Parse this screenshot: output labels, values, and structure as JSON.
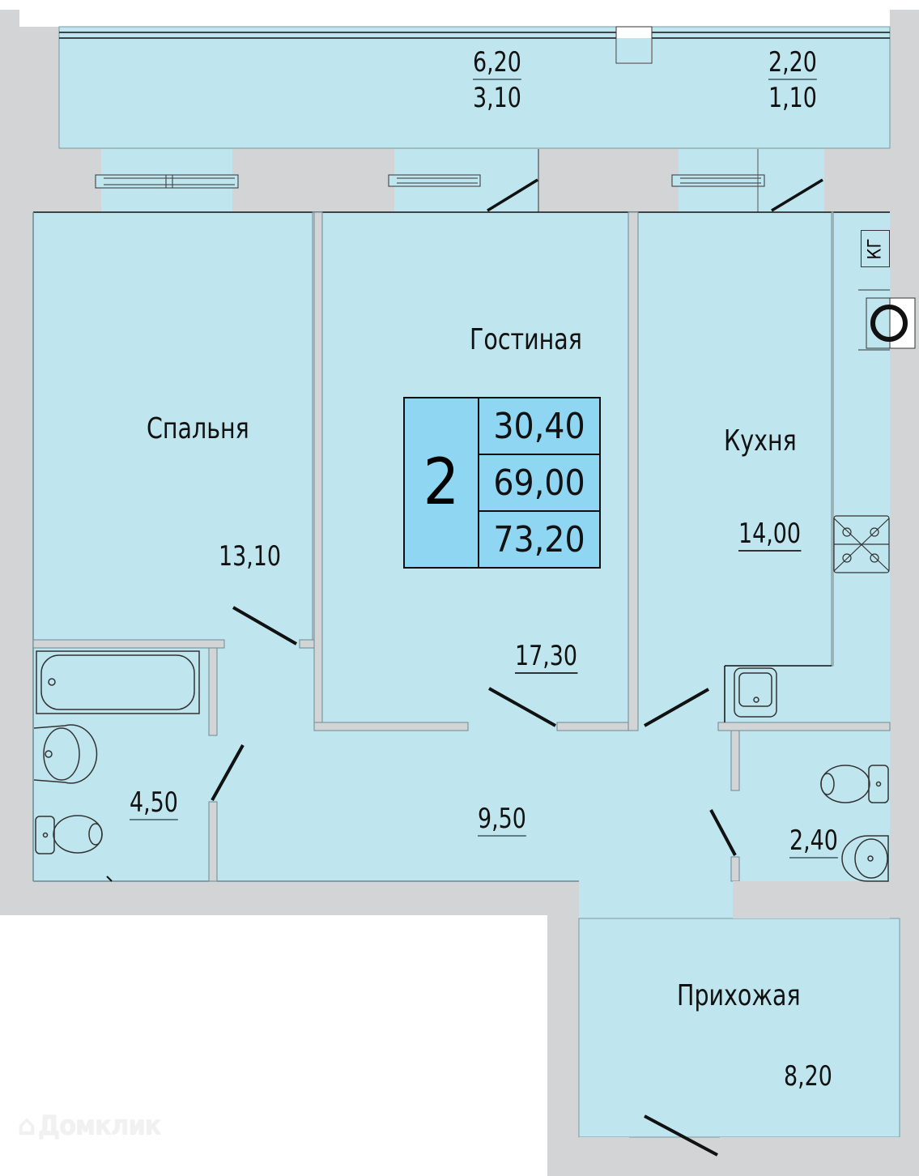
{
  "plan": {
    "rooms_count": "2",
    "summary": {
      "living_area": "30,40",
      "total_area": "69,00",
      "total_area_with_balcony": "73,20"
    },
    "rooms": [
      {
        "id": "balcony",
        "name": "",
        "area": "6,20",
        "reduced_area": "3,10"
      },
      {
        "id": "loggia-small",
        "name": "",
        "area": "2,20",
        "reduced_area": "1,10"
      },
      {
        "id": "bedroom",
        "name": "Спальня",
        "area": "13,10"
      },
      {
        "id": "living-room",
        "name": "Гостиная",
        "area": "17,30"
      },
      {
        "id": "kitchen",
        "name": "Кухня",
        "area": "14,00"
      },
      {
        "id": "bathroom",
        "name": "",
        "area": "4,50"
      },
      {
        "id": "corridor",
        "name": "",
        "area": "9,50"
      },
      {
        "id": "toilet",
        "name": "",
        "area": "2,40"
      },
      {
        "id": "hallway",
        "name": "Прихожая",
        "area": "8,20"
      }
    ],
    "gas_boiler_label": "КГ",
    "watermark": "Домклик"
  },
  "colors": {
    "floor": "#bfe6ee",
    "wall": "#d3d4d6",
    "summary_box": "#8fd6f3",
    "line": "#111111"
  }
}
